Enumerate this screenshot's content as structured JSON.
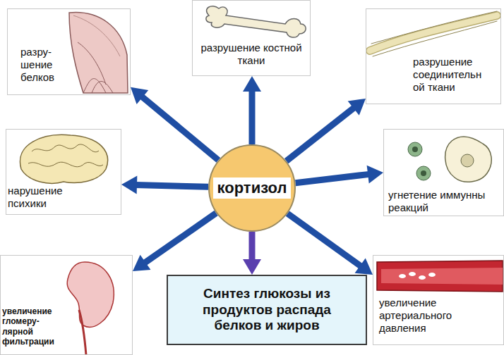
{
  "diagram": {
    "nodes": [
      {
        "text": [
          "разру- шение белков"
        ]
      },
      {
        "text": [
          "разрушение костной ткани"
        ]
      },
      {
        "text": [
          "разрушение соединительн ой ткани"
        ]
      },
      {
        "text": [
          "нарушение психики"
        ]
      },
      {
        "text": [
          "кортизол"
        ]
      },
      {
        "text": [
          "угнетение иммунны реакций"
        ]
      },
      {
        "text": [
          "увеличение гломеру- лярной фильтрации"
        ]
      },
      {
        "text": [
          "Синтез глюкозы из продуктов распада белков и жиров"
        ]
      },
      {
        "text": [
          "увеличение артериального давления"
        ]
      }
    ],
    "edges": [
      {
        "from": 4,
        "to": 0,
        "arrow": "to"
      },
      {
        "from": 4,
        "to": 1,
        "arrow": "to"
      },
      {
        "from": 4,
        "to": 2,
        "arrow": "to"
      },
      {
        "from": 4,
        "to": 3,
        "arrow": "to"
      },
      {
        "from": 4,
        "to": 5,
        "arrow": "to"
      },
      {
        "from": 4,
        "to": 6,
        "arrow": "to"
      },
      {
        "from": 4,
        "to": 7,
        "arrow": "to"
      },
      {
        "from": 4,
        "to": 8,
        "arrow": "to"
      }
    ]
  }
}
